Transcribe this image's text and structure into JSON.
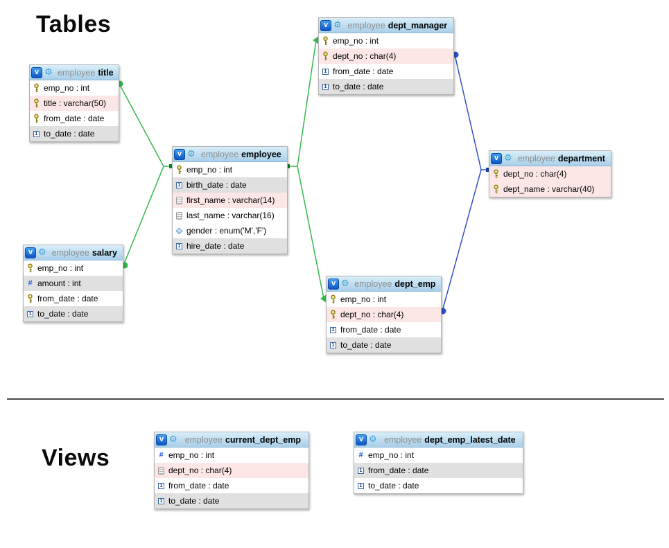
{
  "headings": {
    "tables": "Tables",
    "views": "Views"
  },
  "icons": {
    "view_badge": "v",
    "gear": "⚙",
    "date": "1",
    "numeric": "#"
  },
  "colors": {
    "relationship_green": "#35b94a",
    "relationship_green_dark": "#117a2c",
    "relationship_blue": "#2e52c5",
    "relationship_blue_dark": "#1b3fa0"
  },
  "tables": [
    {
      "schema": "employee",
      "name": "title",
      "columns": [
        {
          "text": "emp_no : int",
          "icon": "key-icon"
        },
        {
          "text": "title : varchar(50)",
          "icon": "key-icon"
        },
        {
          "text": "from_date : date",
          "icon": "key-icon"
        },
        {
          "text": "to_date : date",
          "icon": "date-icon"
        }
      ]
    },
    {
      "schema": "employee",
      "name": "employee",
      "columns": [
        {
          "text": "emp_no : int",
          "icon": "key-icon"
        },
        {
          "text": "birth_date : date",
          "icon": "date-icon"
        },
        {
          "text": "first_name : varchar(14)",
          "icon": "text-icon"
        },
        {
          "text": "last_name : varchar(16)",
          "icon": "text-icon"
        },
        {
          "text": "gender : enum('M','F')",
          "icon": "enum-icon"
        },
        {
          "text": "hire_date : date",
          "icon": "date-icon"
        }
      ]
    },
    {
      "schema": "employee",
      "name": "salary",
      "columns": [
        {
          "text": "emp_no : int",
          "icon": "key-icon"
        },
        {
          "text": "amount : int",
          "icon": "numeric-icon"
        },
        {
          "text": "from_date : date",
          "icon": "key-icon"
        },
        {
          "text": "to_date : date",
          "icon": "date-icon"
        }
      ]
    },
    {
      "schema": "employee",
      "name": "dept_manager",
      "columns": [
        {
          "text": "emp_no : int",
          "icon": "key-icon"
        },
        {
          "text": "dept_no : char(4)",
          "icon": "key-icon"
        },
        {
          "text": "from_date : date",
          "icon": "date-icon"
        },
        {
          "text": "to_date : date",
          "icon": "date-icon"
        }
      ]
    },
    {
      "schema": "employee",
      "name": "dept_emp",
      "columns": [
        {
          "text": "emp_no : int",
          "icon": "key-icon"
        },
        {
          "text": "dept_no : char(4)",
          "icon": "key-icon"
        },
        {
          "text": "from_date : date",
          "icon": "date-icon"
        },
        {
          "text": "to_date : date",
          "icon": "date-icon"
        }
      ]
    },
    {
      "schema": "employee",
      "name": "department",
      "columns": [
        {
          "text": "dept_no : char(4)",
          "icon": "key-icon"
        },
        {
          "text": "dept_name : varchar(40)",
          "icon": "key-icon"
        }
      ]
    }
  ],
  "views": [
    {
      "schema": "employee",
      "name": "current_dept_emp",
      "columns": [
        {
          "text": "emp_no : int",
          "icon": "numeric-icon"
        },
        {
          "text": "dept_no : char(4)",
          "icon": "text-icon"
        },
        {
          "text": "from_date : date",
          "icon": "date-icon"
        },
        {
          "text": "to_date : date",
          "icon": "date-icon"
        }
      ]
    },
    {
      "schema": "employee",
      "name": "dept_emp_latest_date",
      "columns": [
        {
          "text": "emp_no : int",
          "icon": "numeric-icon"
        },
        {
          "text": "from_date : date",
          "icon": "date-icon"
        },
        {
          "text": "to_date : date",
          "icon": "date-icon"
        }
      ]
    }
  ],
  "connections": [
    {
      "from": "title",
      "to": "employee",
      "color": "green"
    },
    {
      "from": "salary",
      "to": "employee",
      "color": "green"
    },
    {
      "from": "employee",
      "to": "dept_manager",
      "color": "green"
    },
    {
      "from": "employee",
      "to": "dept_emp",
      "color": "green"
    },
    {
      "from": "dept_manager",
      "to": "department",
      "color": "blue"
    },
    {
      "from": "dept_emp",
      "to": "department",
      "color": "blue"
    }
  ]
}
